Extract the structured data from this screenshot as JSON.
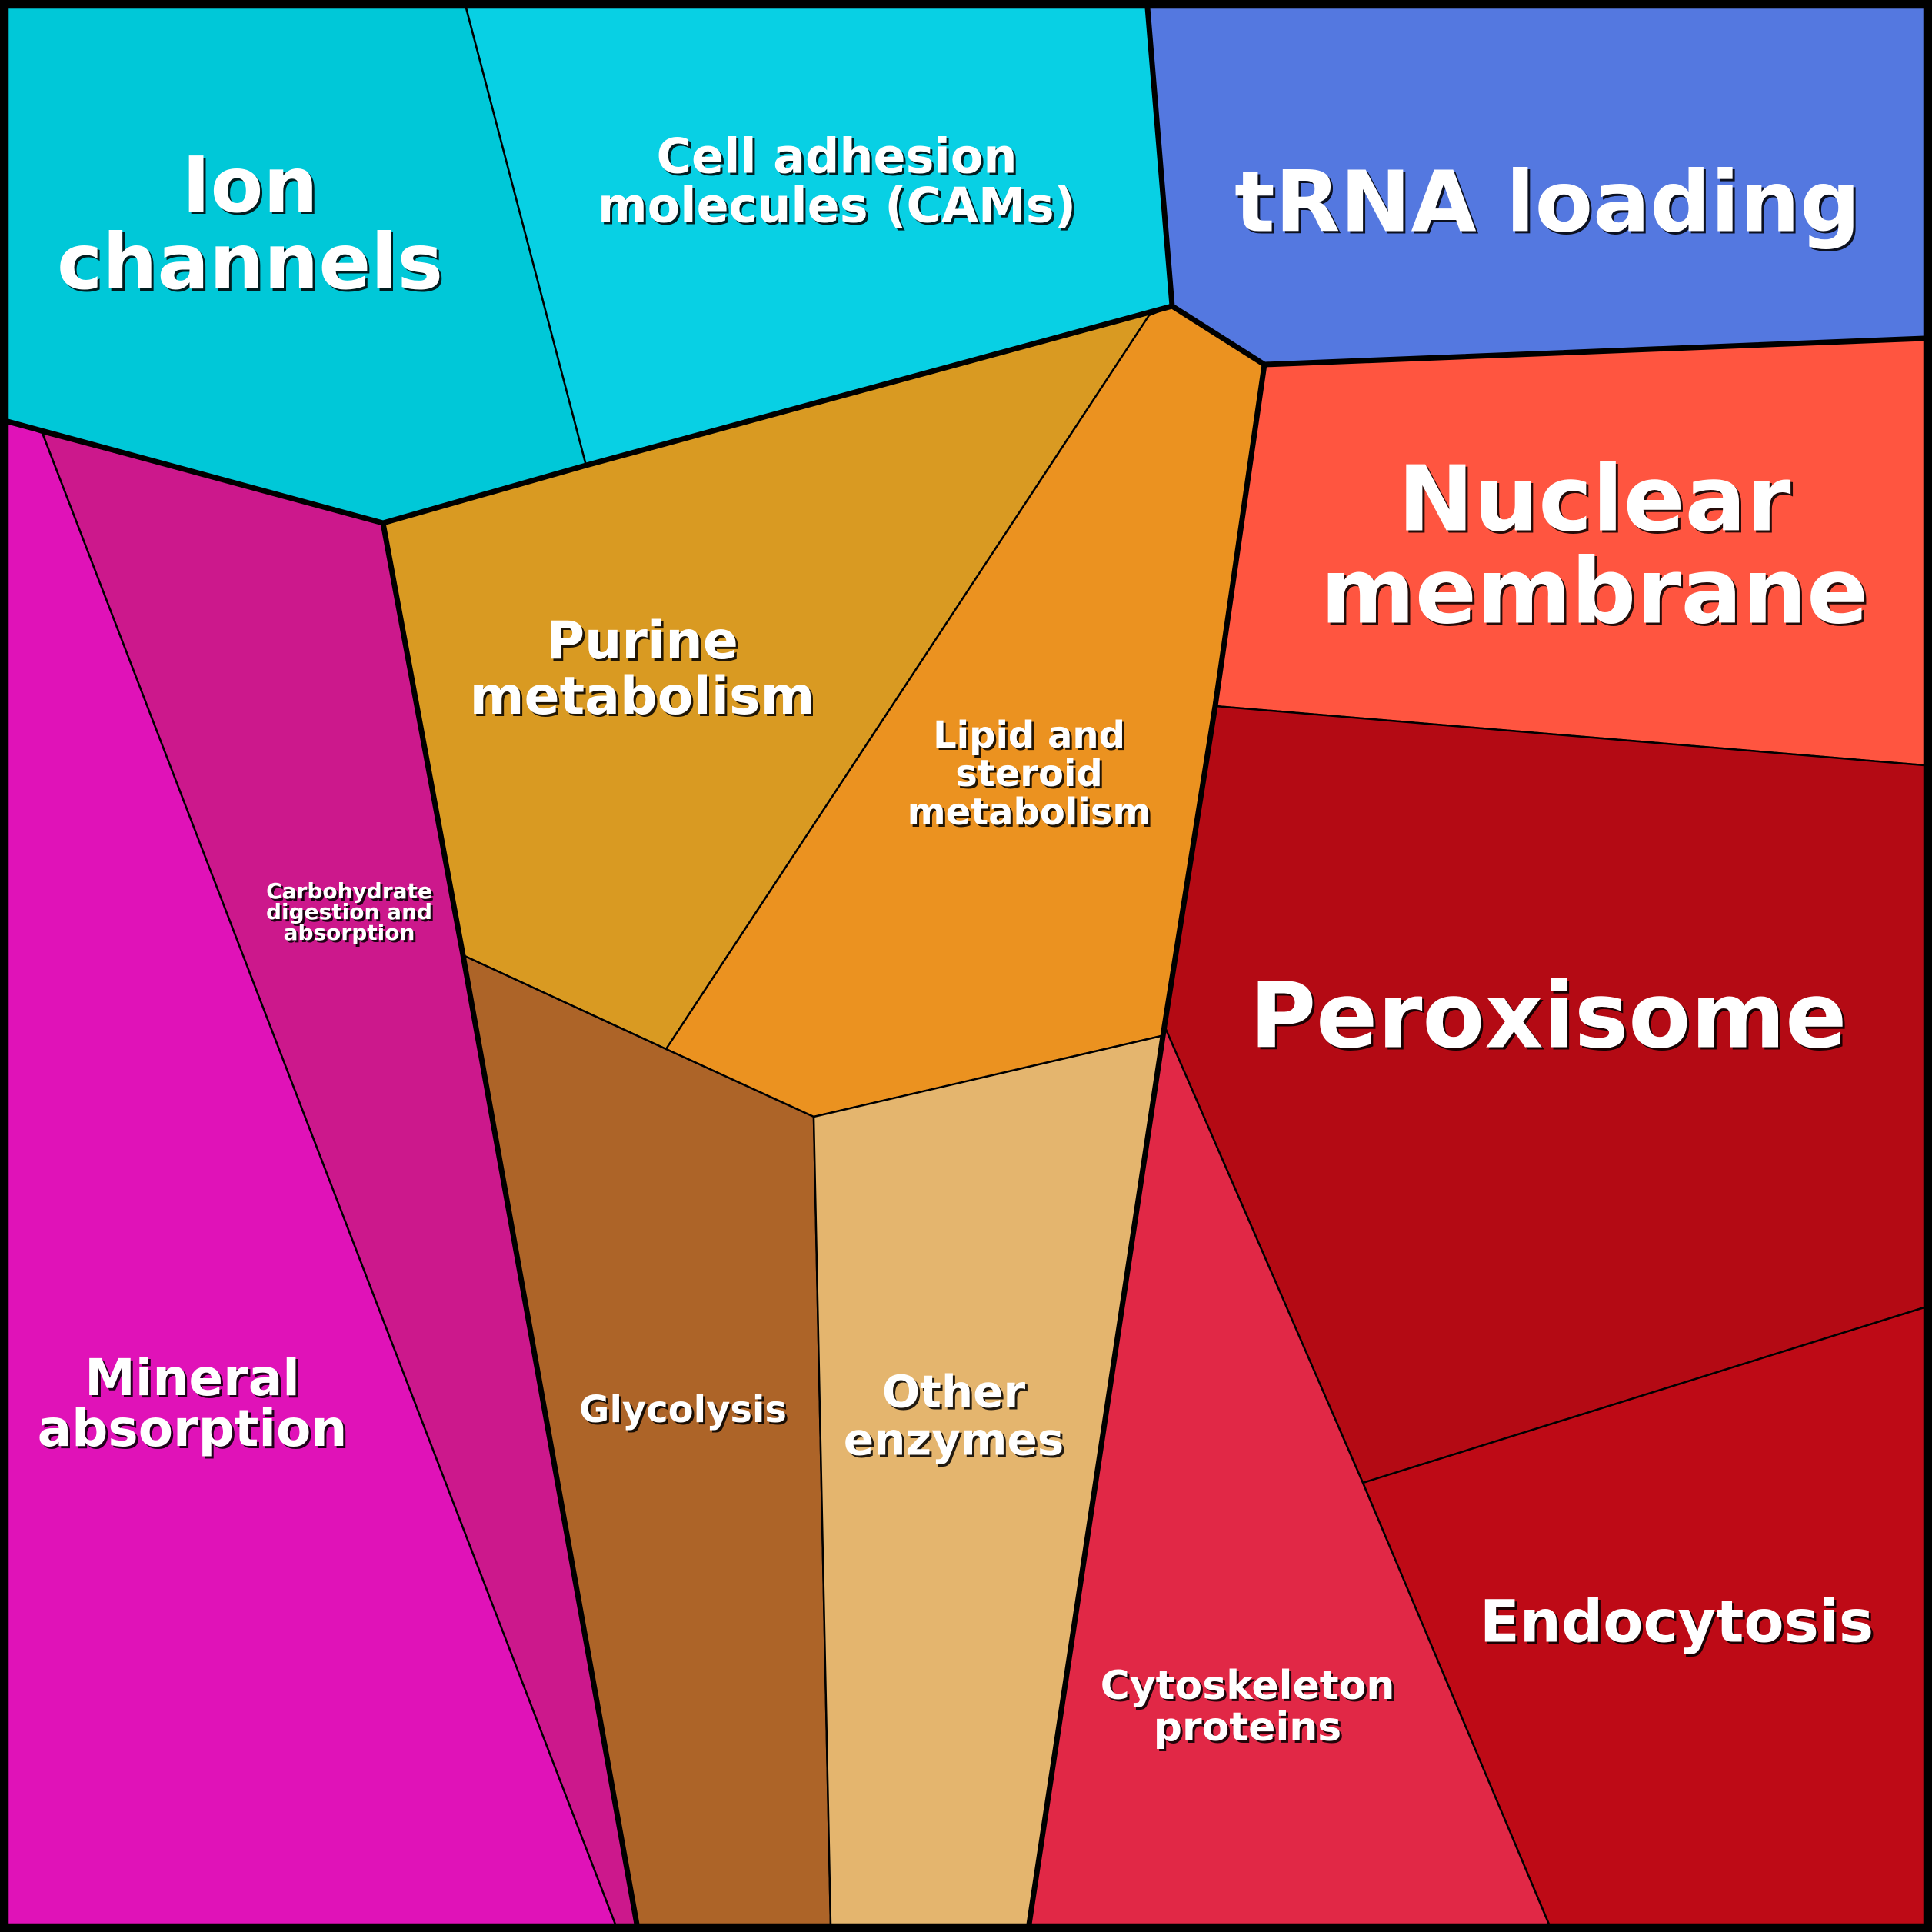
{
  "title": "Voronoi treemap of functional categories",
  "groups": [
    {
      "name": "cyan-group",
      "cells": [
        {
          "id": "ion-channels",
          "label": [
            "Ion",
            "channels"
          ],
          "color": "#00C8D8",
          "size": "xl"
        },
        {
          "id": "cams",
          "label": [
            "Cell adhesion",
            "molecules (CAMs)"
          ],
          "color": "#08D0E4",
          "size": "m"
        }
      ]
    },
    {
      "name": "blue-group",
      "cells": [
        {
          "id": "trna-loading",
          "label": [
            "tRNA loading"
          ],
          "color": "#5478E0",
          "size": "xl"
        }
      ]
    },
    {
      "name": "orange-group",
      "cells": [
        {
          "id": "purine-metabolism",
          "label": [
            "Purine",
            "metabolism"
          ],
          "color": "#D99A22",
          "size": "m"
        },
        {
          "id": "lipid-steroid",
          "label": [
            "Lipid and",
            "steroid",
            "metabolism"
          ],
          "color": "#EB9220",
          "size": "s"
        },
        {
          "id": "glycolysis",
          "label": [
            "Glycolysis"
          ],
          "color": "#AD6428",
          "size": "s"
        },
        {
          "id": "other-enzymes",
          "label": [
            "Other",
            "enzymes"
          ],
          "color": "#E4B56E",
          "size": "m"
        }
      ]
    },
    {
      "name": "magenta-group",
      "cells": [
        {
          "id": "carbohydrate",
          "label": [
            "Carbohydrate",
            "digestion and",
            "absorption"
          ],
          "color": "#CC188C",
          "size": "xs"
        },
        {
          "id": "mineral-absorption",
          "label": [
            "Mineral",
            "absorption"
          ],
          "color": "#E012B8",
          "size": "m"
        }
      ]
    },
    {
      "name": "red-group",
      "cells": [
        {
          "id": "nuclear-membrane",
          "label": [
            "Nuclear",
            "membrane"
          ],
          "color": "#FF5540",
          "size": "xl"
        },
        {
          "id": "peroxisome",
          "label": [
            "Peroxisome"
          ],
          "color": "#B40A14",
          "size": "xl"
        },
        {
          "id": "endocytosis",
          "label": [
            "Endocytosis"
          ],
          "color": "#BE0A16",
          "size": "l"
        },
        {
          "id": "cytoskeleton",
          "label": [
            "Cytoskeleton",
            "proteins"
          ],
          "color": "#E12846",
          "size": "s"
        }
      ]
    }
  ]
}
